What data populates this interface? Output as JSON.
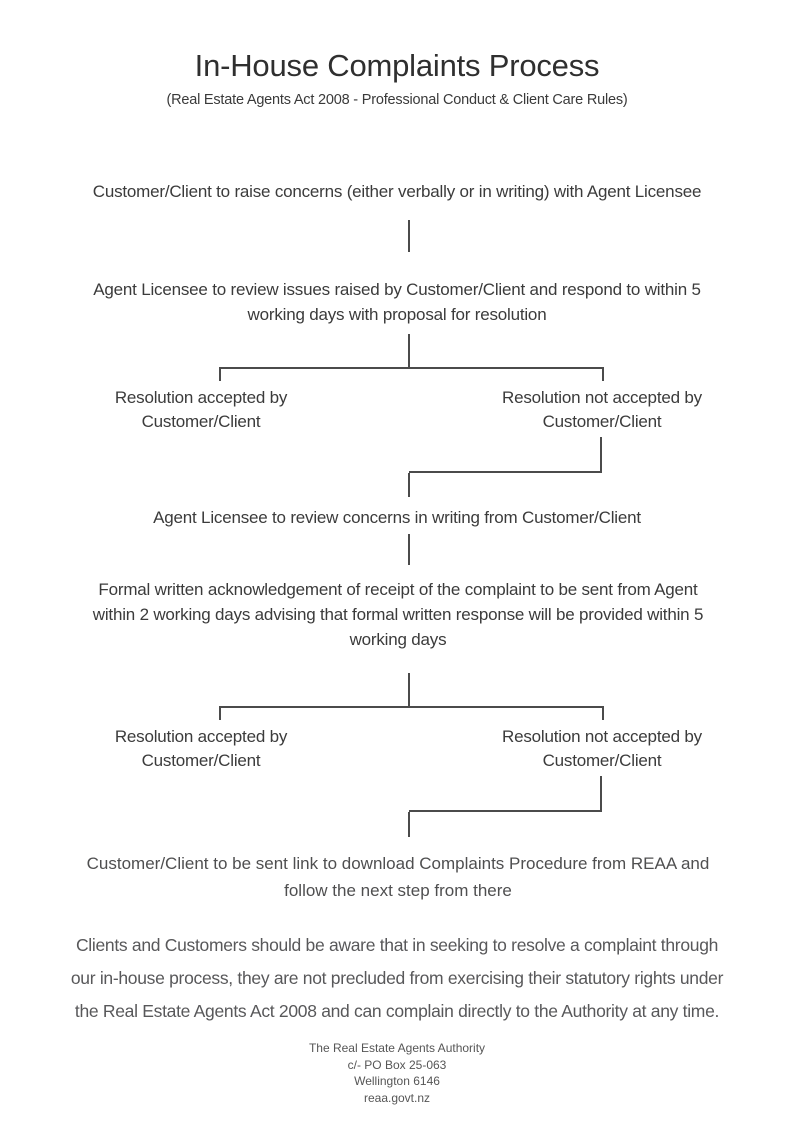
{
  "page": {
    "title": "In-House Complaints Process",
    "subtitle": "(Real Estate Agents Act 2008 - Professional Conduct & Client Care Rules)"
  },
  "flowchart": {
    "step1": [
      "Customer/Client to raise concerns (either verbally or in writing) with Agent Licensee"
    ],
    "step2": [
      "Agent Licensee to review issues raised by Customer/Client and respond to within 5",
      "working days with proposal for resolution"
    ],
    "branch1": {
      "left": [
        "Resolution accepted by",
        "Customer/Client"
      ],
      "right": [
        "Resolution not accepted by",
        "Customer/Client"
      ]
    },
    "step3": [
      "Agent Licensee to review concerns in writing from Customer/Client"
    ],
    "step4": [
      "Formal written acknowledgement of receipt of the complaint to be sent from Agent",
      "within 2 working days advising that formal written response will be provided within 5",
      "working days"
    ],
    "branch2": {
      "left": [
        "Resolution accepted by",
        "Customer/Client"
      ],
      "right": [
        "Resolution not accepted by",
        "Customer/Client"
      ]
    },
    "step5": [
      "Customer/Client to be sent link to download Complaints Procedure from REAA and",
      "follow the next step from there"
    ]
  },
  "disclaimer": [
    "Clients and Customers should be aware that in seeking to resolve a complaint through",
    "our in-house process, they are not precluded from exercising their statutory rights under",
    "the Real Estate Agents Act 2008 and can complain directly to the Authority at any time."
  ],
  "footer": {
    "line1": "The Real Estate Agents Authority",
    "line2": "c/- PO Box 25-063",
    "line3": "Wellington 6146",
    "line4": "reaa.govt.nz"
  },
  "colors": {
    "line": "#4b4b4b",
    "text_dark": "#3b3b3b",
    "text_gray": "#58585a",
    "background": "#ffffff"
  }
}
